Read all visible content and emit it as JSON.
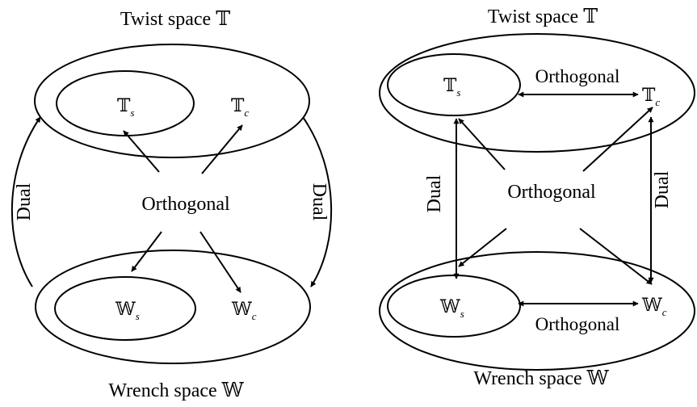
{
  "left": {
    "twist_title": "Twist space 𝕋",
    "wrench_title": "Wrench space 𝕎",
    "orthogonal": "Orthogonal",
    "dual_left": "Dual",
    "dual_right": "Dual",
    "ts": "𝕋",
    "ts_sub": "s",
    "tc": "𝕋",
    "tc_sub": "c",
    "ws": "𝕎",
    "ws_sub": "s",
    "wc": "𝕎",
    "wc_sub": "c"
  },
  "right": {
    "twist_title": "Twist space 𝕋",
    "wrench_title": "Wrench space 𝕎",
    "orthogonal_center": "Orthogonal",
    "orthogonal_top": "Orthogonal",
    "orthogonal_bottom": "Orthogonal",
    "dual_left": "Dual",
    "dual_right": "Dual",
    "ts": "𝕋",
    "ts_sub": "s",
    "tc": "𝕋",
    "tc_sub": "c",
    "ws": "𝕎",
    "ws_sub": "s",
    "wc": "𝕎",
    "wc_sub": "c"
  }
}
